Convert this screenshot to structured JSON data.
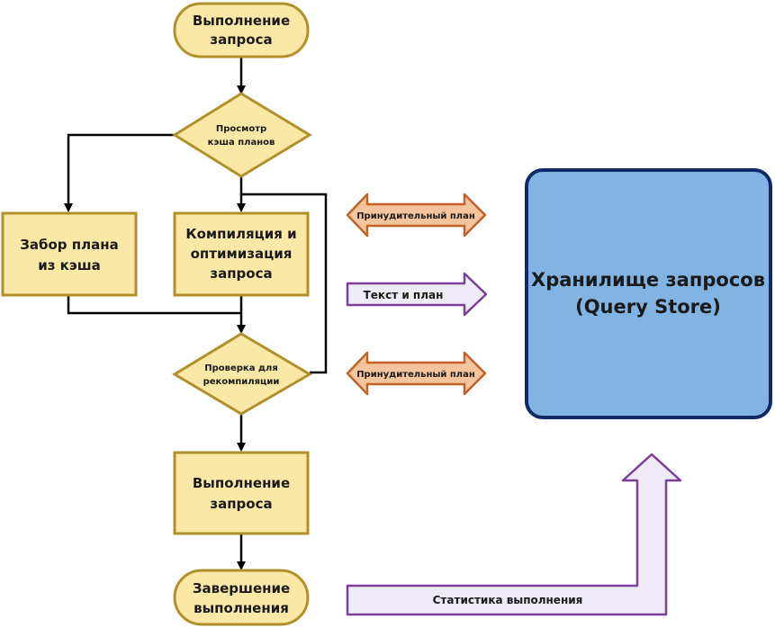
{
  "flow": {
    "start": [
      "Выполнение",
      "запроса"
    ],
    "check_cache": [
      "Просмотр",
      "кэша планов"
    ],
    "fetch_plan": [
      "Забор плана",
      "из кэша"
    ],
    "compile": [
      "Компиляция и",
      "оптимизация",
      "запроса"
    ],
    "check_recompile": [
      "Проверка для",
      "рекомпиляции"
    ],
    "execute": [
      "Выполнение",
      "запроса"
    ],
    "finish": [
      "Завершение",
      "выполнения"
    ]
  },
  "arrows": {
    "forced_plan_top": "Принудительный план",
    "text_and_plan": "Текст и план",
    "forced_plan_bottom": "Принудительный план",
    "exec_stats": "Статистика выполнения"
  },
  "store": [
    "Хранилище запросов",
    "(Query Store)"
  ],
  "colors": {
    "shape_fill": "#fbe8a6",
    "shape_stroke": "#b0902a",
    "orange_fill": "#f6c49c",
    "orange_stroke": "#c0622a",
    "purple_stroke": "#7a3f98",
    "purple_fill": "#eeeaf6",
    "store_fill": "#82b4e3",
    "store_stroke": "#0f2a66"
  }
}
